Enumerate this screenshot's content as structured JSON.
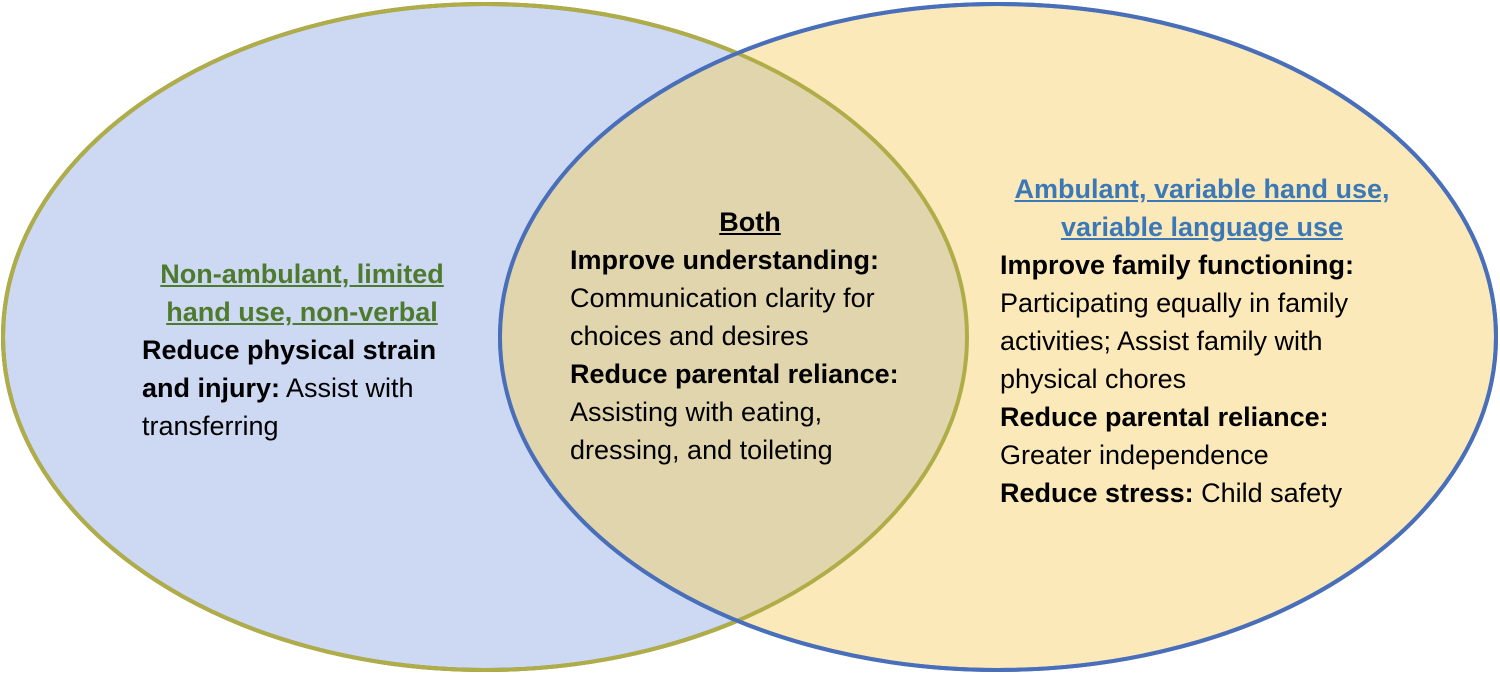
{
  "colors": {
    "left_fill": "#cdd8f2",
    "left_stroke": "#4e7a2e",
    "right_fill": "#fbe9b9",
    "right_stroke": "#4a6fba",
    "overlap_fill": "#e1d5ad",
    "overlap_stroke": "#b0ad49",
    "left_heading": "#4e7a2e",
    "right_heading": "#3a78b8"
  },
  "left": {
    "heading_line1": "Non-ambulant, limited",
    "heading_line2": "hand use, non-verbal",
    "item1_bold": "Reduce physical strain and injury:",
    "item1_text": " Assist with transferring"
  },
  "middle": {
    "heading": "Both",
    "item1_bold": "Improve understanding:",
    "item1_text": "Communication clarity for choices and desires",
    "item2_bold": "Reduce parental reliance:",
    "item2_text": "Assisting with eating, dressing, and toileting"
  },
  "right": {
    "heading_line1": "Ambulant, variable hand use,",
    "heading_line2": "variable language use",
    "item1_bold": "Improve family functioning:",
    "item1_text": "Participating equally in family activities; Assist family with physical chores",
    "item2_bold": "Reduce parental reliance:",
    "item2_text": "Greater independence",
    "item3_bold": "Reduce stress:",
    "item3_text": " Child safety"
  }
}
